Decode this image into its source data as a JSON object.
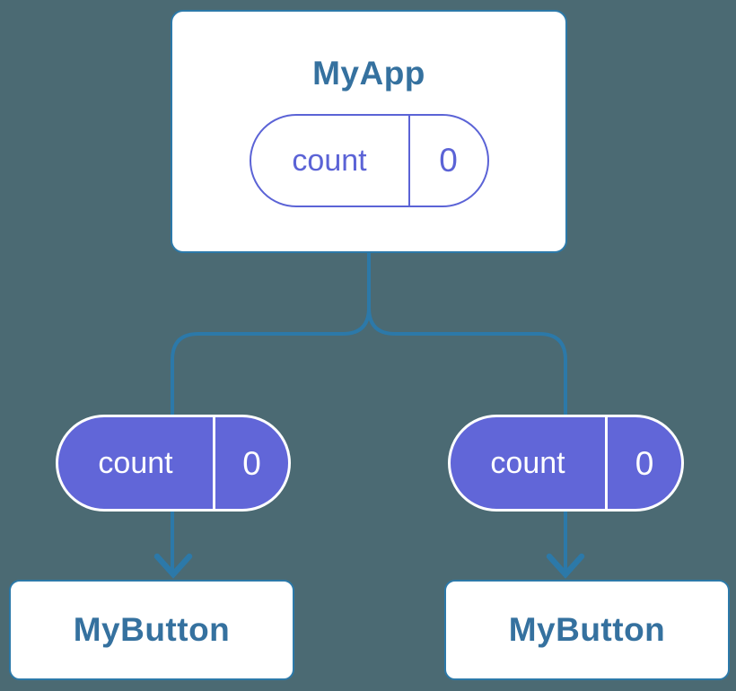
{
  "colors": {
    "background": "#4B6A73",
    "connector_line": "#2C79A9",
    "node_fill": "#FFFFFF",
    "node_text": "#35719F",
    "state_pill_fill": "#6166D8",
    "state_pill_outline": "#5B63D6",
    "pill_text_on_fill": "#FFFFFF"
  },
  "diagram": {
    "type": "component-tree",
    "root": {
      "title": "MyApp",
      "state": {
        "label": "count",
        "value": "0"
      }
    },
    "children": [
      {
        "title": "MyButton",
        "prop": {
          "label": "count",
          "value": "0"
        }
      },
      {
        "title": "MyButton",
        "prop": {
          "label": "count",
          "value": "0"
        }
      }
    ]
  }
}
